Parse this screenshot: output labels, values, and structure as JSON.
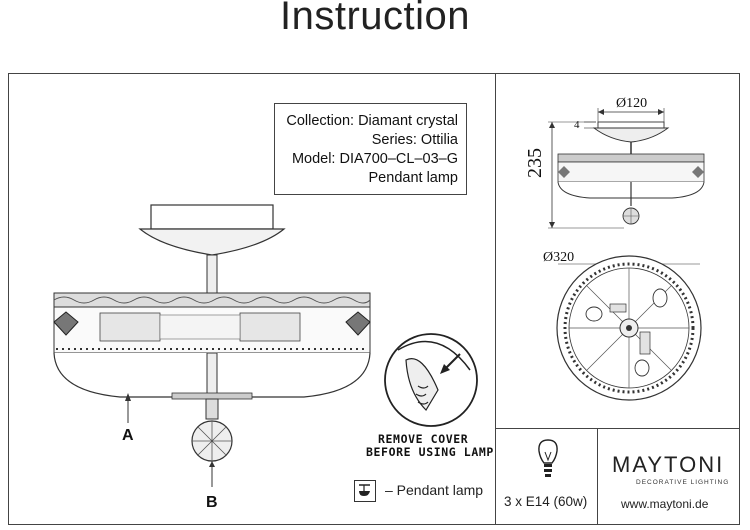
{
  "header": {
    "title": "Instruction"
  },
  "info": {
    "collection": "Collection: Diamant crystal",
    "series": "Series: Ottilia",
    "model": "Model: DIA700–CL–03–G",
    "type": "Pendant lamp"
  },
  "labels": {
    "a": "A",
    "b": "B"
  },
  "warning": {
    "line1": "REMOVE COVER",
    "line2": "BEFORE USING LAMP"
  },
  "legend": {
    "text": "– Pendant lamp"
  },
  "dimensions": {
    "top_diameter": "Ø120",
    "height": "235",
    "canopy_height": "4",
    "diameter": "Ø320"
  },
  "bulb": {
    "spec": "3 x E14 (60w)"
  },
  "brand": {
    "name": "MAYTONI",
    "tagline": "DECORATIVE LIGHTING",
    "website": "www.maytoni.de"
  }
}
